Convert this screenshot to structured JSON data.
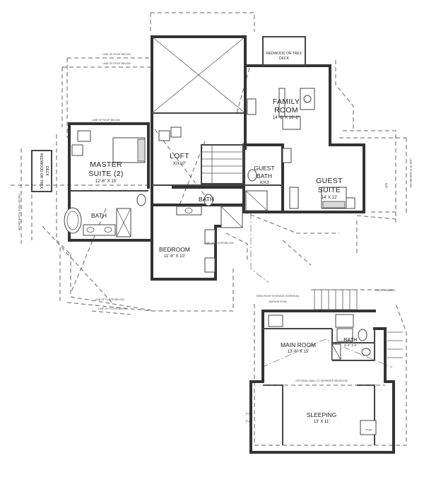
{
  "main_floor": {
    "family_room": {
      "name_line1": "FAMILY",
      "name_line2": "ROOM",
      "dims": "14'-6\" X 16'-6\""
    },
    "master_suite": {
      "name_line1": "MASTER",
      "name_line2": "SUITE (2)",
      "dims": "12'-6\" X 15'"
    },
    "loft": {
      "name": "LOFT",
      "dims": "X/X10\""
    },
    "guest_bath": {
      "name_line1": "GUEST",
      "name_line2": "BATH",
      "dims": "X/X3"
    },
    "guest_suite": {
      "name_line1": "GUEST",
      "name_line2": "SUITE",
      "dims": "14' X 12'"
    },
    "bath_master": {
      "name": "BATH"
    },
    "bath_center": {
      "name": "BATH"
    },
    "bedroom": {
      "name": "BEDROOM",
      "dims": "11'-6\" X 10'"
    },
    "deck_top": {
      "line1": "REDWOOD OR TREX",
      "line2": "DECK"
    },
    "deck_left": {
      "line1": "REDWOOD OR TREX",
      "line2": "DECK"
    },
    "notes": {
      "roof_below_1": "LINE OF ROOF BELOW",
      "roof_below_2": "LINE OF ROOF BELOW",
      "roof_below_3": "LINE OF ROOF BELOW",
      "roof_below_4": "LINE OF FLOOR BELOW",
      "roof_below_5": "LINE OF FLOOR BELOW",
      "roof_below_6": "LINE OF FLOOR BELOW",
      "first_floor_below": "LINE OF FIRST FLOOR BELOW",
      "right_side": "LINE OF FLOOR BELOW",
      "right_dim": "5'2\""
    }
  },
  "garage_unit": {
    "main_room": {
      "name": "MAIN ROOM",
      "dims": "13'-6\" X 15'"
    },
    "bath": {
      "name": "BATH",
      "dims": "5'-4\" X 6'"
    },
    "sleeping": {
      "name": "SLEEPING",
      "dims": "13' X 11'"
    },
    "notes": {
      "shed_roof": "SHED ROOF STORAGE OVERHEAD",
      "garage_plan": "GARAGE PLAN",
      "entry_landing": "ENTRY LANDING",
      "optional_wall": "OPTIONAL WALL TO SEPARATE BEDROOM",
      "side_dim_left_1": "7'-0\"",
      "side_dim_left_2": "7'-0\"",
      "side_dim_right": "7'-0\""
    }
  }
}
